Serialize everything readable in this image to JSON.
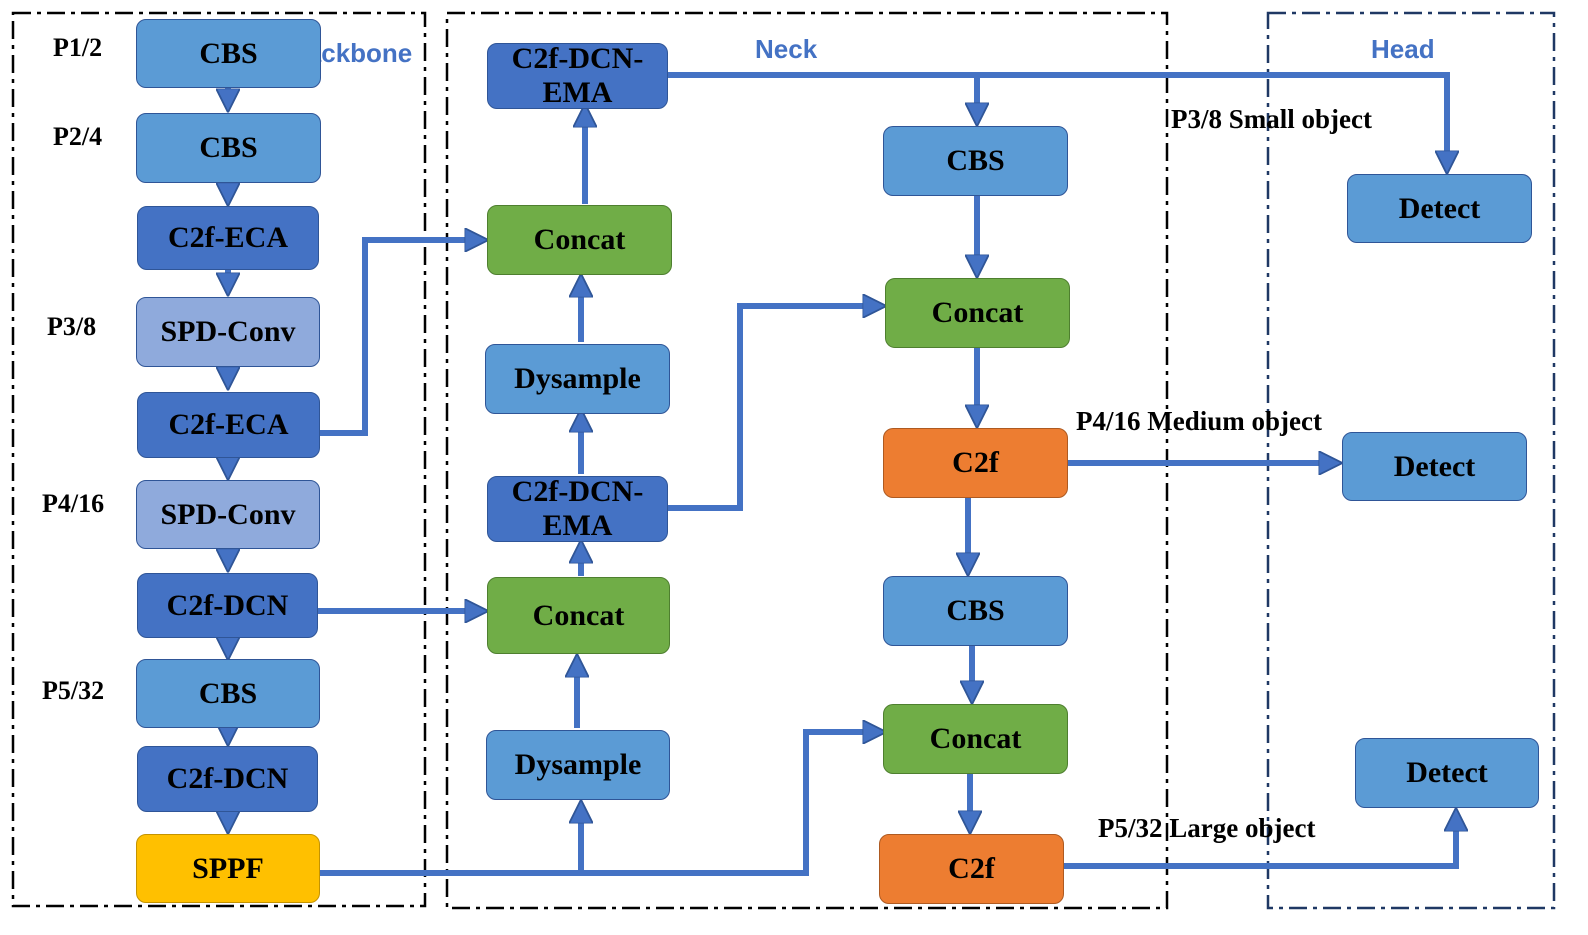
{
  "sections": {
    "backbone": "Backbone",
    "neck": "Neck",
    "head": "Head"
  },
  "backbone": {
    "levels": [
      "P1/2",
      "P2/4",
      "P3/8",
      "P4/16",
      "P5/32"
    ],
    "blocks": [
      "CBS",
      "CBS",
      "C2f-ECA",
      "SPD-Conv",
      "C2f-ECA",
      "SPD-Conv",
      "C2f-DCN",
      "CBS",
      "C2f-DCN",
      "SPPF"
    ]
  },
  "neck": {
    "blocks": [
      "C2f-DCN-\nEMA",
      "Concat",
      "Dysample",
      "C2f-DCN-\nEMA",
      "Concat",
      "Dysample",
      "CBS",
      "Concat",
      "C2f",
      "CBS",
      "Concat",
      "C2f"
    ]
  },
  "head": {
    "blocks": [
      "Detect",
      "Detect",
      "Detect"
    ],
    "outputs": [
      "P3/8 Small object",
      "P4/16 Medium object",
      "P5/32 Large object"
    ]
  },
  "colors": {
    "cbs": "#5b9bd5",
    "dark_block": "#4472c4",
    "spd_conv": "#8faadc",
    "concat": "#70ad47",
    "c2f": "#ed7d31",
    "sppf": "#ffc000",
    "arrow": "#4472c4",
    "section_text": "#4472c4"
  }
}
